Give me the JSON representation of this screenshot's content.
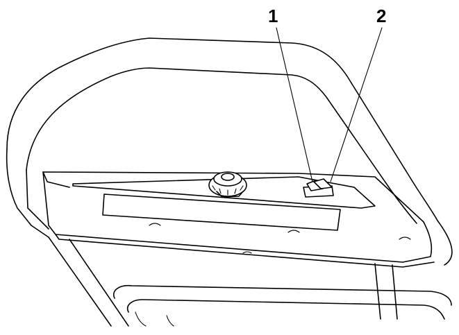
{
  "figure": {
    "callouts": [
      {
        "number": "1",
        "target": "left-lever"
      },
      {
        "number": "2",
        "target": "right-lever"
      }
    ],
    "line_color": "#000000",
    "background": "#ffffff"
  }
}
